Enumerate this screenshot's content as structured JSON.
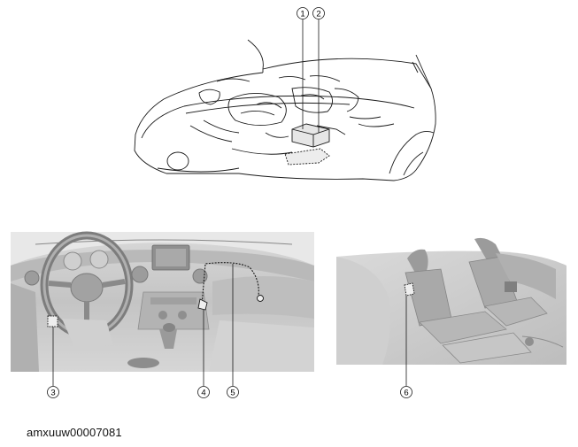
{
  "callouts": [
    {
      "id": "1",
      "label": "①"
    },
    {
      "id": "2",
      "label": "②"
    },
    {
      "id": "3",
      "label": "③"
    },
    {
      "id": "4",
      "label": "④"
    },
    {
      "id": "5",
      "label": "⑤"
    },
    {
      "id": "6",
      "label": "⑥"
    }
  ],
  "caption": "amxuuw00007081",
  "colors": {
    "line": "#1a1a1a",
    "panel": "#c8c8c8",
    "panel_dark": "#9a9a9a",
    "panel_light": "#e2e2e2"
  }
}
